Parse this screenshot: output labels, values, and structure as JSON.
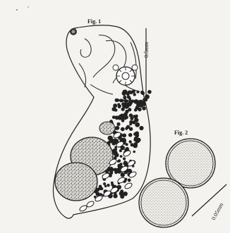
{
  "figure1": {
    "label": "Fig. 1",
    "scale": "0.5mm"
  },
  "figure2": {
    "label": "Fig. 2",
    "scale": "0.05mm"
  }
}
